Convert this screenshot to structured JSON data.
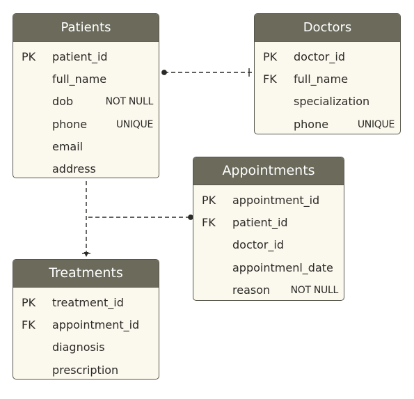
{
  "entities": {
    "patients": {
      "title": "Patients",
      "rows": [
        {
          "key": "PK",
          "field": "patient_id",
          "constraint": ""
        },
        {
          "key": "",
          "field": "full_name",
          "constraint": ""
        },
        {
          "key": "",
          "field": "dob",
          "constraint": "NOT NULL"
        },
        {
          "key": "",
          "field": "phone",
          "constraint": "UNIQUE"
        },
        {
          "key": "",
          "field": "email",
          "constraint": ""
        },
        {
          "key": "",
          "field": "address",
          "constraint": ""
        }
      ]
    },
    "doctors": {
      "title": "Doctors",
      "rows": [
        {
          "key": "PK",
          "field": "doctor_id",
          "constraint": ""
        },
        {
          "key": "FK",
          "field": "full_name",
          "constraint": ""
        },
        {
          "key": "",
          "field": "specialization",
          "constraint": ""
        },
        {
          "key": "",
          "field": "phone",
          "constraint": "UNIQUE"
        }
      ]
    },
    "appointments": {
      "title": "Appointments",
      "rows": [
        {
          "key": "PK",
          "field": "appointment_id",
          "constraint": ""
        },
        {
          "key": "FK",
          "field": "patient_id",
          "constraint": ""
        },
        {
          "key": "",
          "field": "doctor_id",
          "constraint": ""
        },
        {
          "key": "",
          "field": "appointmenl_date",
          "constraint": ""
        },
        {
          "key": "",
          "field": "reason",
          "constraint": "NOT NULL"
        }
      ]
    },
    "treatments": {
      "title": "Treatments",
      "rows": [
        {
          "key": "PK",
          "field": "treatment_id",
          "constraint": ""
        },
        {
          "key": "FK",
          "field": "appointment_id",
          "constraint": ""
        },
        {
          "key": "",
          "field": "diagnosis",
          "constraint": ""
        },
        {
          "key": "",
          "field": "prescription",
          "constraint": ""
        }
      ]
    }
  },
  "colors": {
    "header_bg": "#6b6a5b",
    "body_bg": "#fbf8ee",
    "border": "#55544a",
    "connector": "#2b2a26"
  },
  "relationships": [
    {
      "from": "patients",
      "to": "doctors",
      "style": "dashed"
    },
    {
      "from": "patients",
      "to": "treatments",
      "style": "dashed"
    },
    {
      "from": "appointments",
      "to": "treatments",
      "style": "dashed"
    }
  ]
}
